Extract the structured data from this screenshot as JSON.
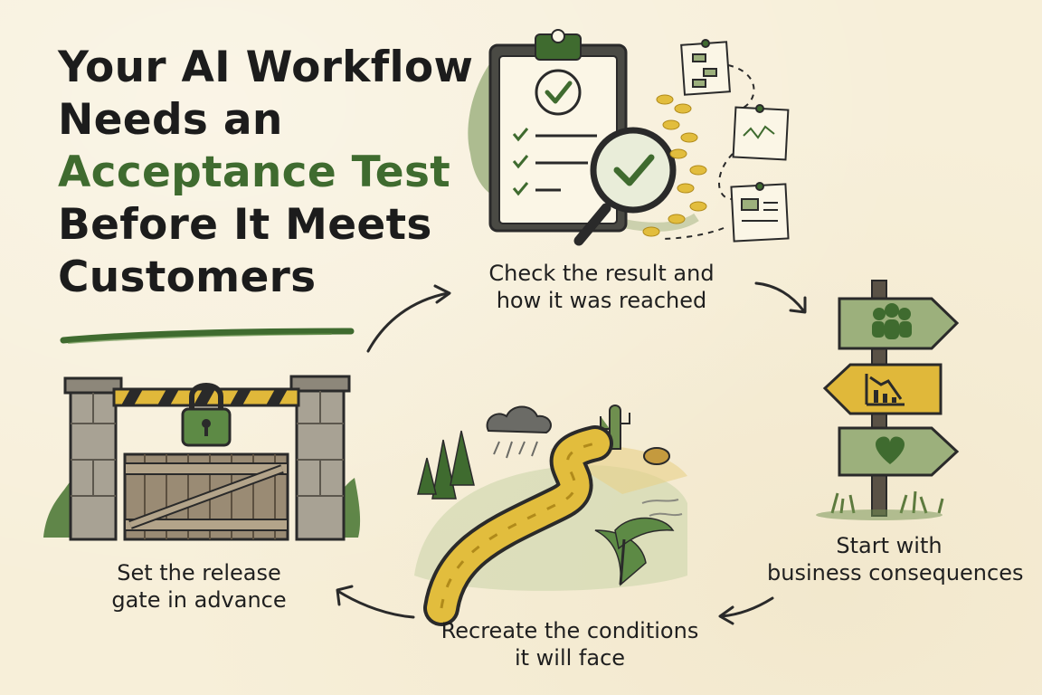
{
  "title": {
    "lines": [
      "Your AI Workflow",
      "Needs an",
      "Acceptance Test",
      "Before It Meets",
      "Customers"
    ],
    "accent_line_index": 2
  },
  "steps": [
    {
      "id": "check",
      "lines": [
        "Check the result and",
        "how it was reached"
      ],
      "icon": "clipboard-magnifier-icon"
    },
    {
      "id": "start",
      "lines": [
        "Start with",
        "business consequences"
      ],
      "icon": "signpost-icon"
    },
    {
      "id": "recreate",
      "lines": [
        "Recreate the conditions",
        "it will face"
      ],
      "icon": "winding-road-icon"
    },
    {
      "id": "gate",
      "lines": [
        "Set the release",
        "gate in advance"
      ],
      "icon": "locked-gate-icon"
    }
  ],
  "colors": {
    "accent_green": "#3f6b2f",
    "sign_green": "#9cb07c",
    "sign_yellow": "#e0b83a",
    "path_yellow": "#e2bd3d",
    "stone": "#a8a294",
    "wood": "#9a8b74",
    "background": "#f7efd9"
  }
}
